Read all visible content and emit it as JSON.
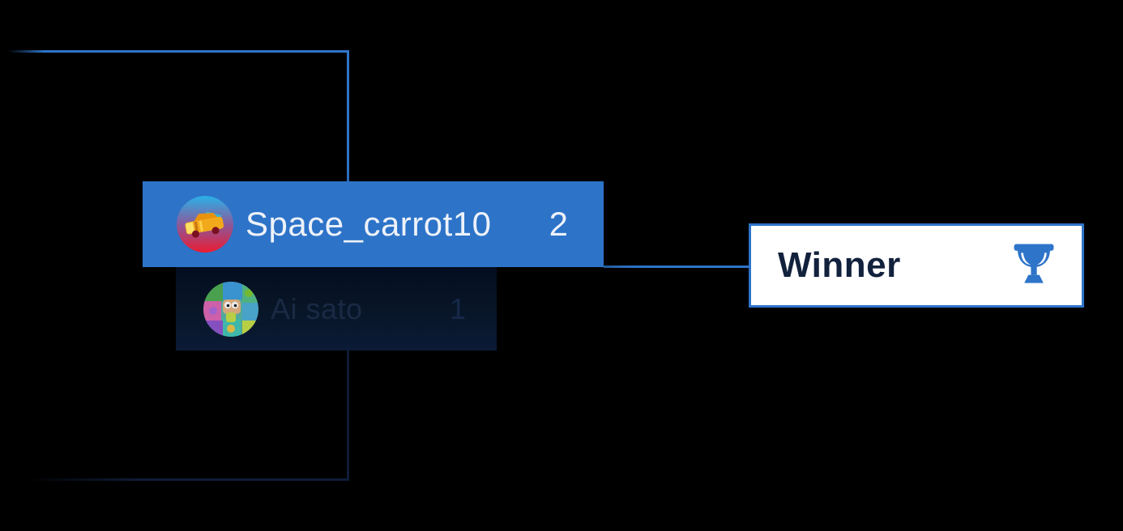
{
  "match": {
    "players": [
      {
        "name": "Space_carrot10",
        "score": "2",
        "result": "winner",
        "avatar_icon": "car-avatar"
      },
      {
        "name": "Ai sato",
        "score": "1",
        "result": "loser",
        "avatar_icon": "puzzle-avatar"
      }
    ]
  },
  "winner_box": {
    "label": "Winner",
    "icon": "trophy-icon"
  },
  "icons": {
    "trophy": "trophy-icon",
    "player1_avatar": "car-avatar",
    "player2_avatar": "puzzle-avatar"
  },
  "colors": {
    "background": "#000000",
    "accent_blue": "#2e74c9",
    "winner_row_bg": "#2d73c8",
    "loser_row_bg": "#081526",
    "dim_line": "#0e1c36",
    "winner_box_bg": "#ffffff",
    "winner_box_text": "#12213c",
    "winner_row_text": "#edf2f9",
    "loser_row_text": "#1a2a44"
  }
}
